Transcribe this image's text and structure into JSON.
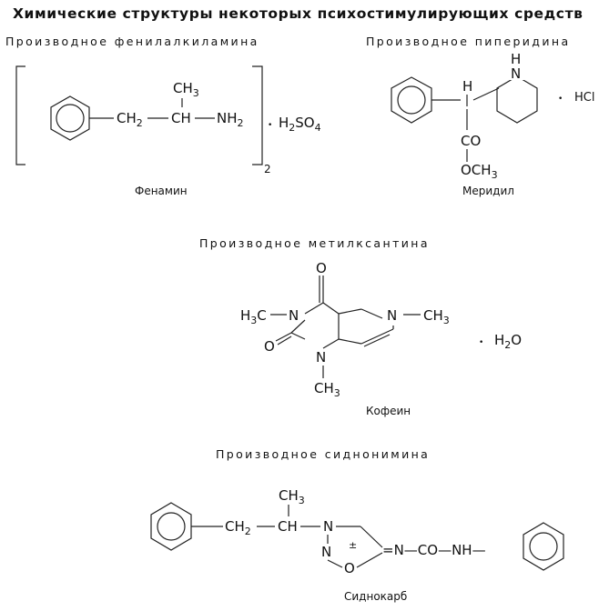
{
  "title": "Химические структуры некоторых психостимулирующих средств",
  "sections": {
    "s1": "Производное фенилалкиламина",
    "s2": "Производное пиперидина",
    "s3": "Производное метилксантина",
    "s4": "Производное сиднонимина"
  },
  "names": {
    "fenamin": "Фенамин",
    "meridil": "Меридил",
    "kofein": "Кофеин",
    "sidnokarb": "Сиднокарб"
  },
  "labels": {
    "ch3": "CH",
    "three": "3",
    "ch2": "CH",
    "two": "2",
    "ch": "CH",
    "nh2": "NH",
    "dot": "•",
    "h2so4_h": "H",
    "h2so4_so": "SO",
    "four": "4",
    "outer2": "2",
    "nh": "N",
    "h": "H",
    "hcl": "HCl",
    "co": "CO",
    "och3": "OCH",
    "o": "O",
    "n": "N",
    "h3c": "H",
    "c": "C",
    "ch3b": "CH",
    "h2o_h": "H",
    "h2o_o": "O",
    "eq_n_co": "=N—CO—NH—",
    "pm": "±",
    "dash": "—",
    "n_dash": "N"
  }
}
